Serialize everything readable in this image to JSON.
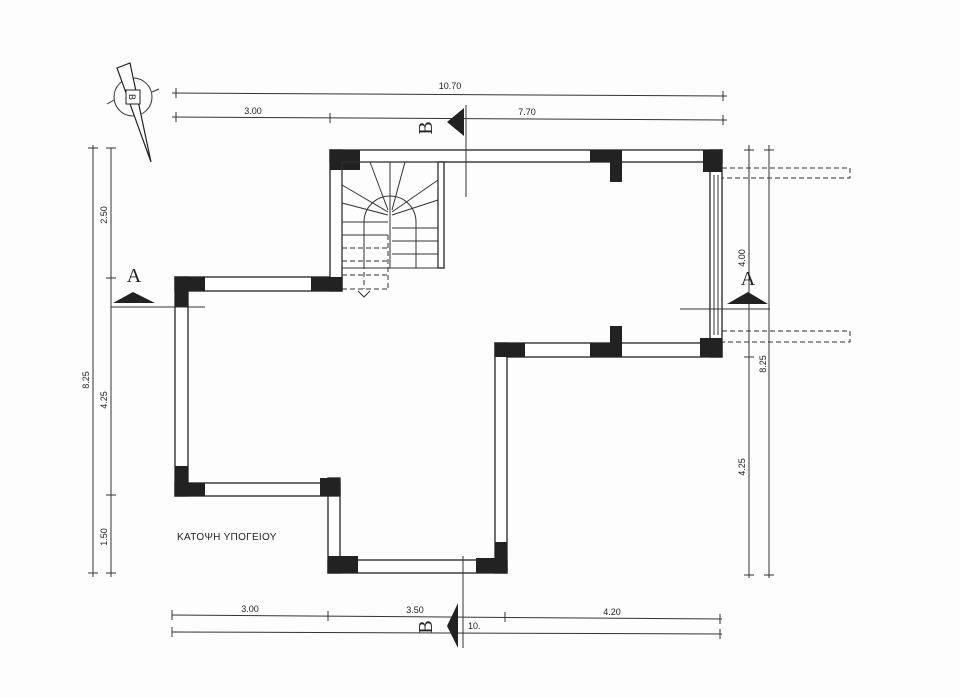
{
  "plan": {
    "title": "ΚΑΤΟΨΗ ΥΠΟΓΕΙΟΥ",
    "north_label": "B",
    "top_dimensions": {
      "total": "10.70",
      "left": "3.00",
      "right": "7.70"
    },
    "bottom_dimensions": {
      "left": "3.00",
      "middle": "3.50",
      "right": "4.20",
      "total_partial": "10."
    },
    "left_dimensions": {
      "total": "8.25",
      "top": "2.50",
      "middle": "4.25",
      "bottom": "1.50"
    },
    "right_dimensions": {
      "top": "4.00",
      "total": "8.25",
      "bottom": "4.25"
    },
    "section_markers": {
      "a_left": "A",
      "a_right": "A",
      "b_top": "B",
      "b_bottom": "B"
    }
  }
}
